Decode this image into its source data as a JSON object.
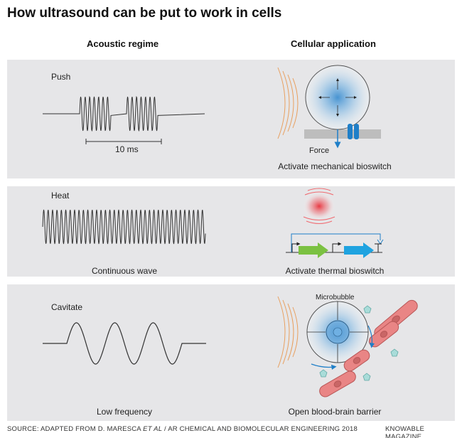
{
  "title": "How ultrasound can be put to work in cells",
  "columns": {
    "left": "Acoustic regime",
    "right": "Cellular application"
  },
  "rows": [
    {
      "regime": "Push",
      "scale_label": "10 ms",
      "force_label": "Force",
      "application": "Activate mechanical bioswitch"
    },
    {
      "regime": "Heat",
      "wave_label": "Continuous wave",
      "application": "Activate thermal bioswitch"
    },
    {
      "regime": "Cavitate",
      "microbubble_label": "Microbubble",
      "wave_label": "Low frequency",
      "application": "Open blood-brain barrier"
    }
  ],
  "footer": {
    "source_prefix": "SOURCE: ADAPTED FROM D. MARESCA ",
    "source_italic": "ET AL",
    "source_suffix": " / AR CHEMICAL AND BIOMOLECULAR ENGINEERING 2018",
    "credit": "KNOWABLE MAGAZINE"
  },
  "colors": {
    "panel": "#e6e6e8",
    "cell_blue": "#5aa0d8",
    "arrow_blue": "#1f7fc8",
    "green_gene": "#7bc142",
    "blue_gene": "#1fa3e0",
    "heat_red": "#e8303a",
    "vessel_pink": "#e98585",
    "pentagon": "#a9dcd9"
  }
}
